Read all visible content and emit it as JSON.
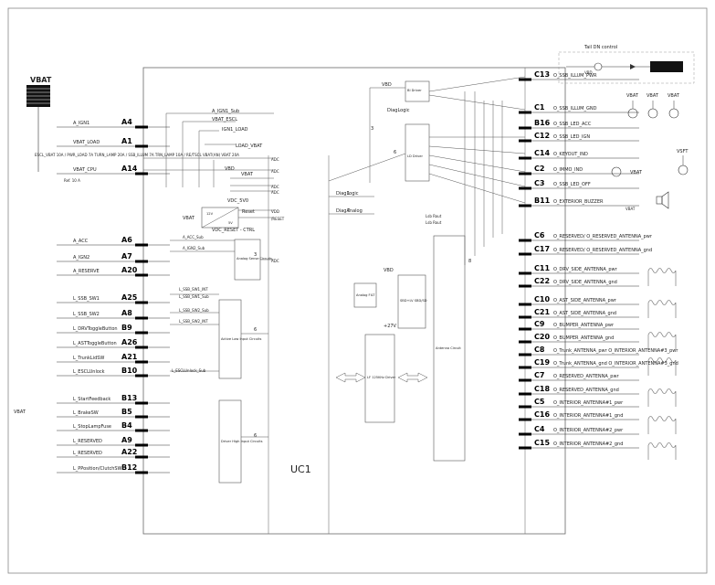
{
  "battery": {
    "label": "VBAT"
  },
  "module": {
    "label": "UC1"
  },
  "right_header": {
    "label": "Tail DN control"
  },
  "left_pins": [
    {
      "pin": "A4",
      "signal": "A_IGN1"
    },
    {
      "pin": "A1",
      "signal": "VBAT_LOAD"
    },
    {
      "pin": "A14",
      "signal": "VBAT_CPU"
    },
    {
      "pin": "A6",
      "signal": "A_ACC"
    },
    {
      "pin": "A7",
      "signal": "A_IGN2"
    },
    {
      "pin": "A20",
      "signal": "A_RESERVE"
    },
    {
      "pin": "A25",
      "signal": "L_SSB_SW1"
    },
    {
      "pin": "A8",
      "signal": "L_SSB_SW2"
    },
    {
      "pin": "B9",
      "signal": "L_DRVToggleButton"
    },
    {
      "pin": "A26",
      "signal": "L_ASTToggleButton"
    },
    {
      "pin": "A21",
      "signal": "L_TrunkLidSW"
    },
    {
      "pin": "B10",
      "signal": "L_ESCLUnlock"
    },
    {
      "pin": "B13",
      "signal": "L_StartFeedback"
    },
    {
      "pin": "B5",
      "signal": "L_BrakeSW"
    },
    {
      "pin": "B4",
      "signal": "L_StopLampFuse"
    },
    {
      "pin": "A9",
      "signal": "L_RESERVED"
    },
    {
      "pin": "A22",
      "signal": "L_RESERVED"
    },
    {
      "pin": "B12",
      "signal": "L_PPosition/ClutchSW"
    }
  ],
  "right_pins": [
    {
      "pin": "C13",
      "signal": "O_SSB_ILLUM_PWR"
    },
    {
      "pin": "C1",
      "signal": "O_SSB_ILLUM_GND"
    },
    {
      "pin": "B16",
      "signal": "O_SSB_LED_ACC"
    },
    {
      "pin": "C12",
      "signal": "O_SSB_LED_IGN"
    },
    {
      "pin": "C14",
      "signal": "O_KEYOUT_IND"
    },
    {
      "pin": "C2",
      "signal": "O_IMMO_IND"
    },
    {
      "pin": "C3",
      "signal": "O_SSB_LED_OFF"
    },
    {
      "pin": "B11",
      "signal": "O_EXTERIOR_BUZZER"
    },
    {
      "pin": "C6",
      "signal": "O_RESERVED/ O_RESERVED_ANTENNA_pwr"
    },
    {
      "pin": "C17",
      "signal": "O_RESERVED/ O_RESERVED_ANTENNA_gnd"
    },
    {
      "pin": "C11",
      "signal": "O_DRV_SIDE_ANTENNA_pwr"
    },
    {
      "pin": "C22",
      "signal": "O_DRV_SIDE_ANTENNA_gnd"
    },
    {
      "pin": "C10",
      "signal": "O_AST_SIDE_ANTENNA_pwr"
    },
    {
      "pin": "C21",
      "signal": "O_AST_SIDE_ANTENNA_gnd"
    },
    {
      "pin": "C9",
      "signal": "O_BUMPER_ANTENNA_pwr"
    },
    {
      "pin": "C20",
      "signal": "O_BUMPER_ANTENNA_gnd"
    },
    {
      "pin": "C8",
      "signal": "O_Trunk_ANTENNA_pwr O_INTERIOR_ANTENNA#3_pwr"
    },
    {
      "pin": "C19",
      "signal": "O_Trunk_ANTENNA_gnd O_INTERIOR_ANTENNA#3_gnd"
    },
    {
      "pin": "C7",
      "signal": "O_RESERVED_ANTENNA_pwr"
    },
    {
      "pin": "C18",
      "signal": "O_RESERVED_ANTENNA_gnd"
    },
    {
      "pin": "C5",
      "signal": "O_INTERIOR_ANTENNA#1_pwr"
    },
    {
      "pin": "C16",
      "signal": "O_INTERIOR_ANTENNA#1_gnd"
    },
    {
      "pin": "C4",
      "signal": "O_INTERIOR_ANTENNA#2_pwr"
    },
    {
      "pin": "C15",
      "signal": "O_INTERIOR_ANTENNA#2_gnd"
    }
  ],
  "internal_labels": {
    "ign1_sub": "A_IGN1_Sub",
    "vbat_escl": "VBAT_ESCL",
    "ign1_load": "IGN1_LOAD",
    "load_vbat": "LOAD_VBAT",
    "vbd_a": "VBD",
    "vbat_a": "VBAT",
    "vbd_b": "VBD",
    "vbd_c": "VBD",
    "vbd_d": "VBD",
    "vbat_b": "VBAT",
    "vbat_c": "VBAT",
    "vbat_d": "VBAT",
    "vbat_e": "VBAT",
    "vbat_f": "VBAT",
    "vbat_g": "VBAT",
    "vsft": "VSFT",
    "vdc_5v0": "VDC_5V0",
    "reset": "Reset",
    "reset_ctrl": "VDC_RESET - CTRL",
    "vdd": "VDD",
    "nreset": "/RESET",
    "adc1": "ADC",
    "adc2": "ADC",
    "adc3": "ADC",
    "adc4": "ADC",
    "adc5": "ADC",
    "acc_sub": "A_ACC_Sub",
    "ign2_sub": "A_IGN2_Sub",
    "ssb_sw1_int": "L_SSB_SW1_INT",
    "ssb_sw1_sub": "L_SSB_SW1_Sub",
    "ssb_sw2_sub": "L_SSB_SW2_Sub",
    "ssb_sw2_int": "L_SSB_SW2_INT",
    "escl_unlock_sub": "L_ESCLUnlock_Sub",
    "reg_12v": "12V",
    "reg_5v": "5V",
    "dmp_logic": "DiagLogic",
    "diag_logic2": "DiagLogic",
    "diag_analog": "DiagAnalog",
    "lsb_a": "Lsb Rout",
    "lsb_b": "Lsb Rout",
    "three_a": "3",
    "three_b": "3",
    "six_a": "6",
    "six_b": "6",
    "six_c": "6",
    "one": "1",
    "seven": "7",
    "eight": "8",
    "plus27v": "+27V",
    "vbat_left": "VBAT",
    "fuse_note": "ESCL_VBAT 10A / PWR_LOAD 7A TURN_LAMP 20A / SSB_ILLUM 7A TRN_LAMP 10A / RE/TSCL VBAT(AN) VBAT 20A",
    "ref_note": "Ref. 10 A"
  },
  "blocks": [
    {
      "id": "analog_sense",
      "label": "Analog Sense Circuits"
    },
    {
      "id": "active_low",
      "label": "Active Low Input Circuits"
    },
    {
      "id": "driver_high",
      "label": "Driver High Input Circuits"
    },
    {
      "id": "ld_driver",
      "label": "LD Driver"
    },
    {
      "id": "bi_driver",
      "label": "BI Driver"
    },
    {
      "id": "analog_filt",
      "label": "Analog FILT"
    },
    {
      "id": "sbd",
      "label": "SBD+LV SBD/SD"
    },
    {
      "id": "lf_driver",
      "label": "LF 125KHz Driver"
    },
    {
      "id": "antenna_circuit",
      "label": "Antenna Circuit"
    }
  ]
}
